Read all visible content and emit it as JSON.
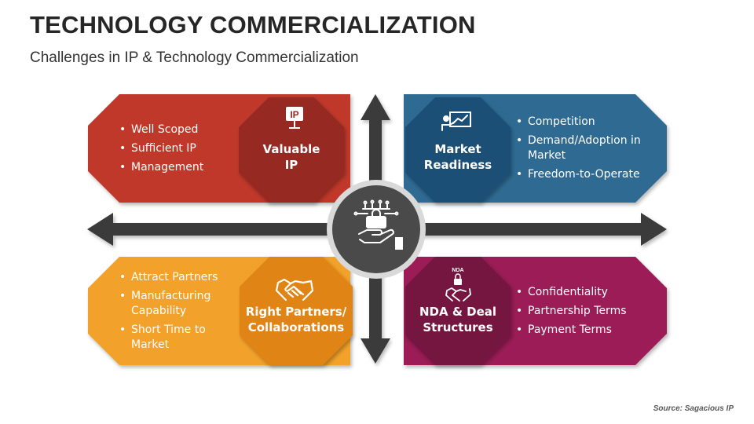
{
  "header": {
    "title": "TECHNOLOGY COMMERCIALIZATION",
    "subtitle": "Challenges in IP & Technology Commercialization"
  },
  "quadrants": [
    {
      "id": "valuable-ip",
      "label_line1": "Valuable",
      "label_line2": "IP",
      "icon": "ip-sign-icon",
      "color": "#c0392b",
      "dark": "#962a21",
      "bullets": [
        "Well Scoped",
        "Sufficient IP",
        "Management"
      ]
    },
    {
      "id": "market-readiness",
      "label_line1": "Market",
      "label_line2": "Readiness",
      "icon": "presentation-icon",
      "color": "#2e6b92",
      "dark": "#1f5074",
      "bullets": [
        "Competition",
        "Demand/Adoption in Market",
        "Freedom-to-Operate"
      ]
    },
    {
      "id": "right-partners",
      "label_line1": "Right Partners/",
      "label_line2": "Collaborations",
      "icon": "handshake-icon",
      "color": "#f2a22b",
      "dark": "#e08416",
      "bullets": [
        "Attract Partners",
        "Manufacturing Capability",
        "Short Time to Market"
      ]
    },
    {
      "id": "nda-deal",
      "label_line1": "NDA & Deal",
      "label_line2": "Structures",
      "icon": "nda-handshake-icon",
      "icon_text": "NDA",
      "color": "#9b1b57",
      "dark": "#741340",
      "bullets": [
        "Confidentiality",
        "Partnership Terms",
        "Payment Terms"
      ]
    }
  ],
  "center": {
    "icon": "technology-hand-icon",
    "color": "#4a4a4a"
  },
  "ip_icon_text": "IP",
  "footer": {
    "source": "Source: Sagacious IP"
  }
}
